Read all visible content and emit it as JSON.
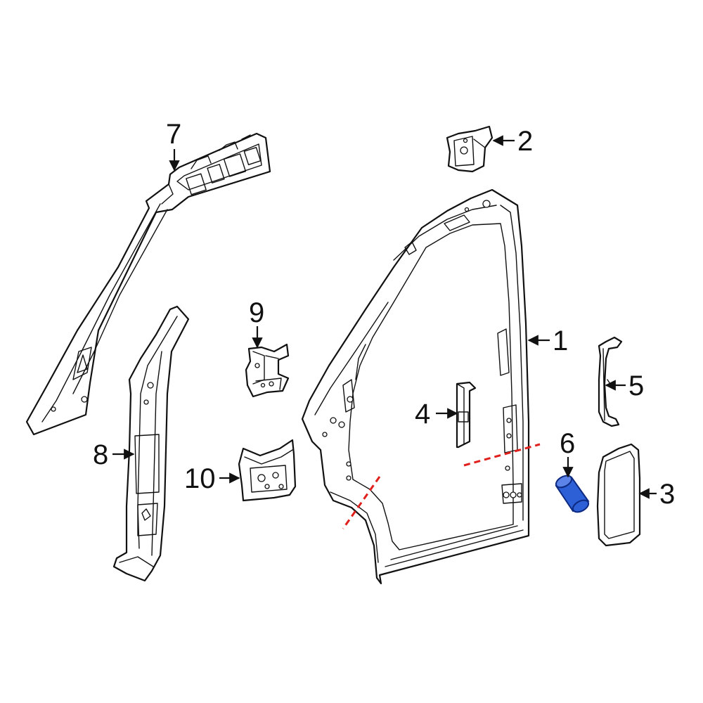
{
  "callouts": [
    {
      "id": "1",
      "label": "1"
    },
    {
      "id": "2",
      "label": "2"
    },
    {
      "id": "3",
      "label": "3"
    },
    {
      "id": "4",
      "label": "4"
    },
    {
      "id": "5",
      "label": "5"
    },
    {
      "id": "6",
      "label": "6"
    },
    {
      "id": "7",
      "label": "7"
    },
    {
      "id": "8",
      "label": "8"
    },
    {
      "id": "9",
      "label": "9"
    },
    {
      "id": "10",
      "label": "10"
    }
  ],
  "colors": {
    "line": "#111111",
    "highlight_fill": "#2d5fd6",
    "highlight_stroke": "#0d2a80",
    "cut_line": "#e0201c"
  },
  "highlighted_part": "6"
}
